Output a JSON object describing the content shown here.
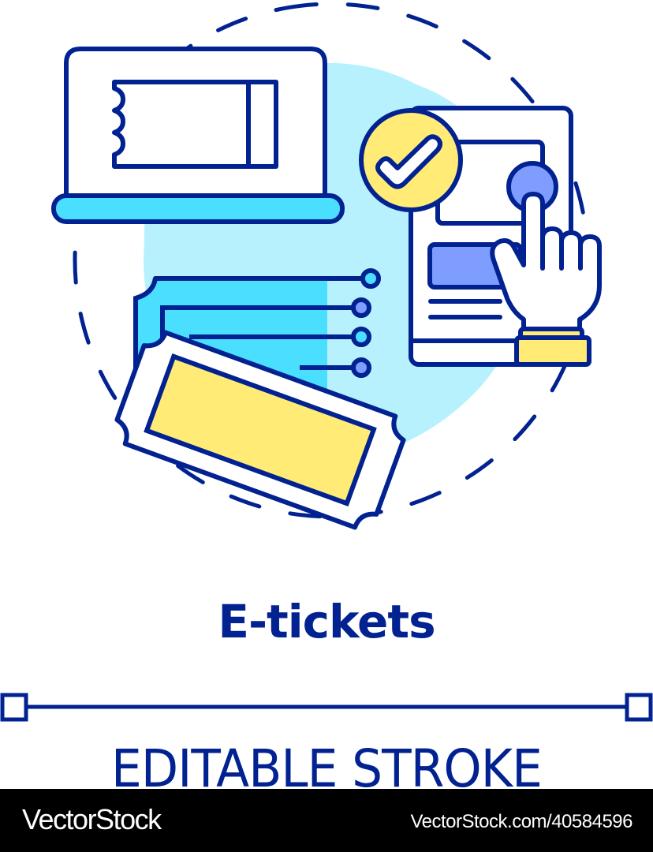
{
  "illustration": {
    "subject": "E-tickets concept icon",
    "elements": [
      "laptop-with-ticket",
      "phone-with-tap",
      "check-badge",
      "ticket-stack",
      "dashed-circle",
      "background-blob"
    ]
  },
  "colors": {
    "stroke": "#012290",
    "cyan": "#4ADEFF",
    "light_cyan": "#B6F1FD",
    "yellow": "#FFEB76",
    "periwinkle": "#7F9CFF",
    "footer_bg": "#000000",
    "footer_text": "#FFFFFF"
  },
  "title": "E-tickets",
  "subtitle": "EDITABLE STROKE",
  "footer": {
    "brand": "VectorStock",
    "url": "VectorStock.com/40584596"
  }
}
